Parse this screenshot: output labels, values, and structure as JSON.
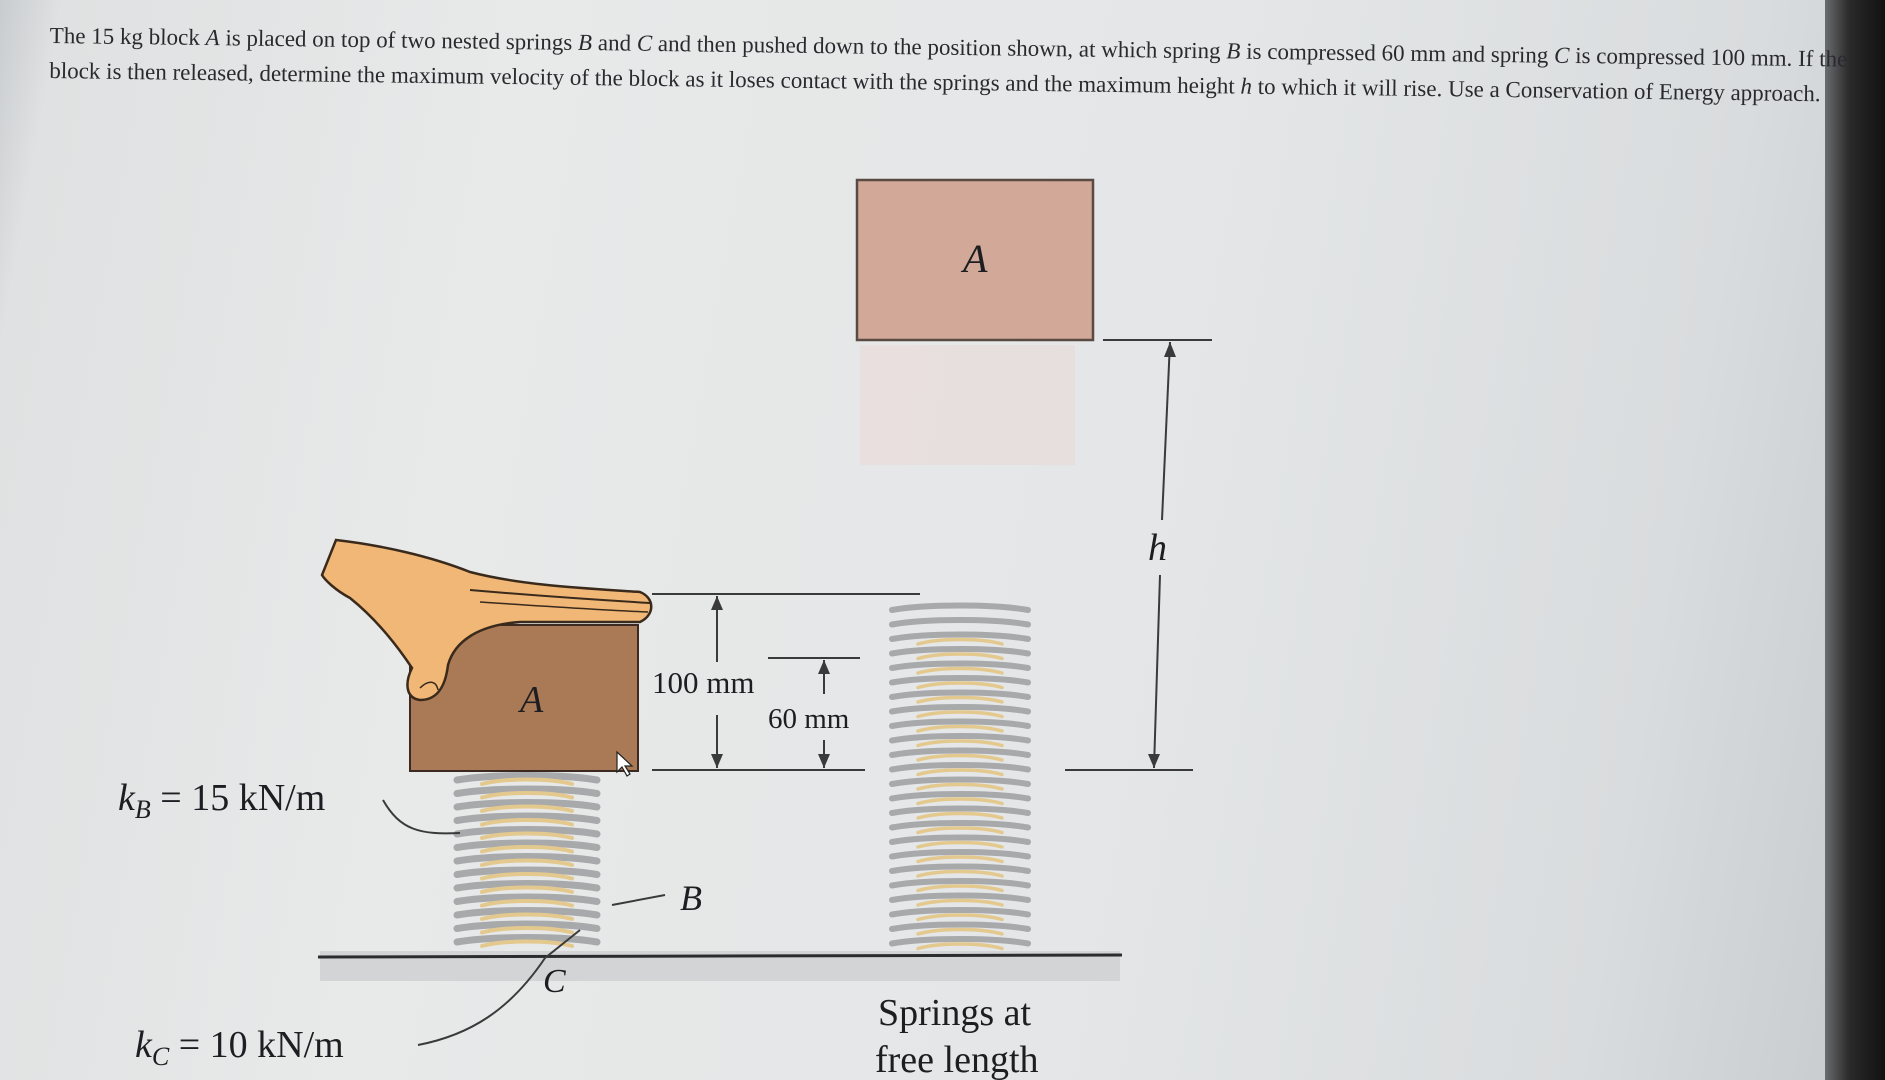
{
  "problem": {
    "p1": "The 15 kg block ",
    "a1": "A",
    "p2": " is placed on top of two nested springs ",
    "b1": "B",
    "p3": " and ",
    "c1": "C",
    "p4": " and then pushed down to the position shown, at which spring ",
    "b2": "B",
    "p5": " is compressed 60 mm and spring ",
    "c2": "C",
    "p6": " is compressed 100 mm. If the block is then released, determine the maximum velocity of the block as it loses contact with the springs and the maximum height ",
    "h1": "h",
    "p7": " to which it will rise. Use a Conservation of Energy approach."
  },
  "figure": {
    "block_label_left": "A",
    "block_label_top": "A",
    "kb_label": "k",
    "kb_sub": "B",
    "kb_value": " = 15 kN/m",
    "kc_label": "k",
    "kc_sub": "C",
    "kc_value": " = 10 kN/m",
    "dim_100": "100 mm",
    "dim_60": "60 mm",
    "spring_b_label": "B",
    "spring_c_label": "C",
    "h_label": "h",
    "caption_line1": "Springs at",
    "caption_line2": "free length"
  },
  "colors": {
    "block_compressed": "#a97a55",
    "block_top": "#d2a998",
    "hand": "#f0b777",
    "spring_outer": "#a8a9ab",
    "spring_inner": "#e4c98e"
  }
}
